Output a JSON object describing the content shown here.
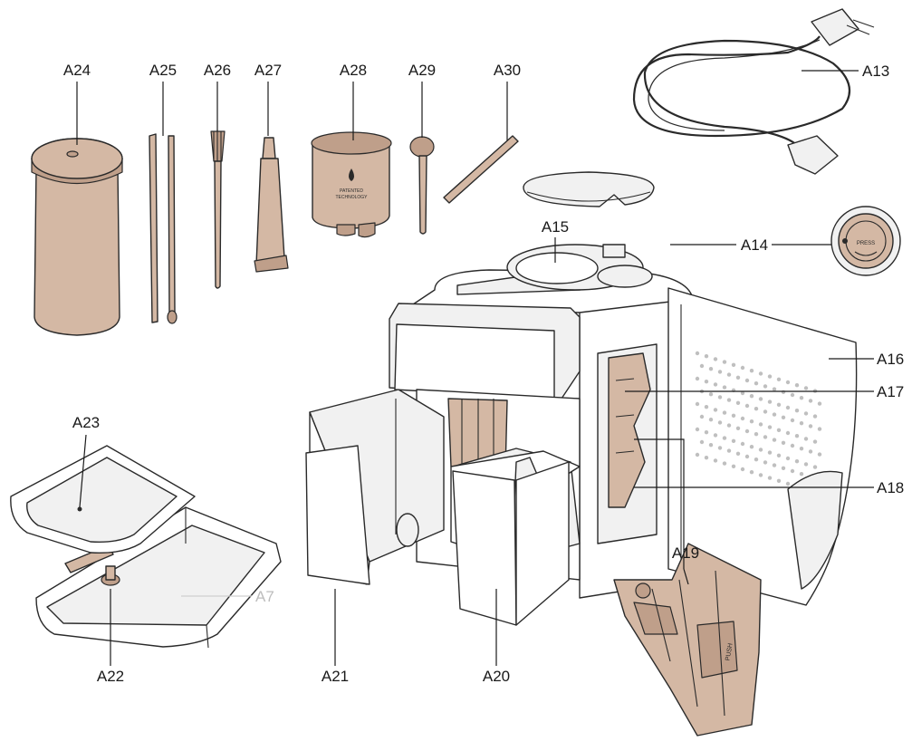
{
  "labels": {
    "A7": "A7",
    "A13": "A13",
    "A14": "A14",
    "A15": "A15",
    "A16": "A16",
    "A17": "A17",
    "A18": "A18",
    "A19": "A19",
    "A20": "A20",
    "A21": "A21",
    "A22": "A22",
    "A23": "A23",
    "A24": "A24",
    "A25": "A25",
    "A26": "A26",
    "A27": "A27",
    "A28": "A28",
    "A29": "A29",
    "A30": "A30"
  },
  "filter_text": {
    "line1": "PATENTED",
    "line2": "TECHNOLOGY"
  },
  "dial_text": "PRESS",
  "brew_unit_text": "PUSH",
  "colors": {
    "part_beige": "#d4b8a4",
    "outline": "#2a2a2a",
    "muted_label": "#bdbdbd"
  }
}
